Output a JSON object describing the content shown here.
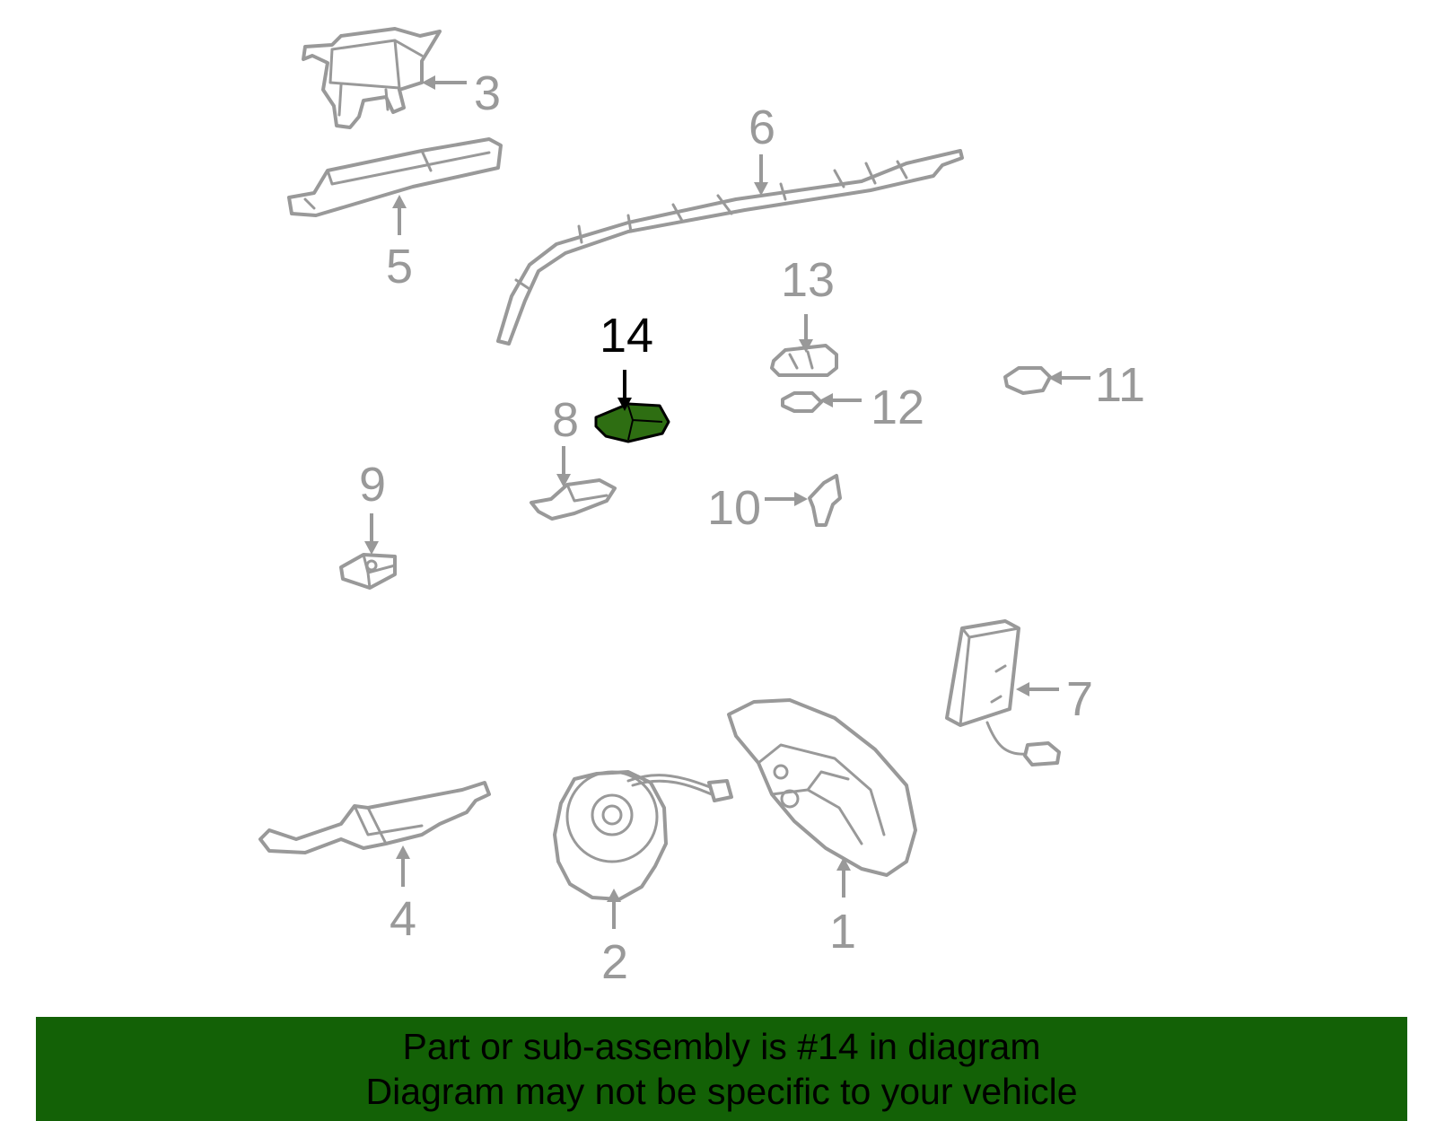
{
  "colors": {
    "banner_background": "#136106",
    "highlight_part": "#2e6e12",
    "part_stroke": "#999999",
    "highlight_label": "#000000"
  },
  "callouts": {
    "c1": "1",
    "c2": "2",
    "c3": "3",
    "c4": "4",
    "c5": "5",
    "c6": "6",
    "c7": "7",
    "c8": "8",
    "c9": "9",
    "c10": "10",
    "c11": "11",
    "c12": "12",
    "c13": "13",
    "c14": "14"
  },
  "highlighted_callout": "14",
  "banner": {
    "line1": "Part or sub-assembly is #14 in diagram",
    "line2": "Diagram may not be specific to your vehicle"
  }
}
